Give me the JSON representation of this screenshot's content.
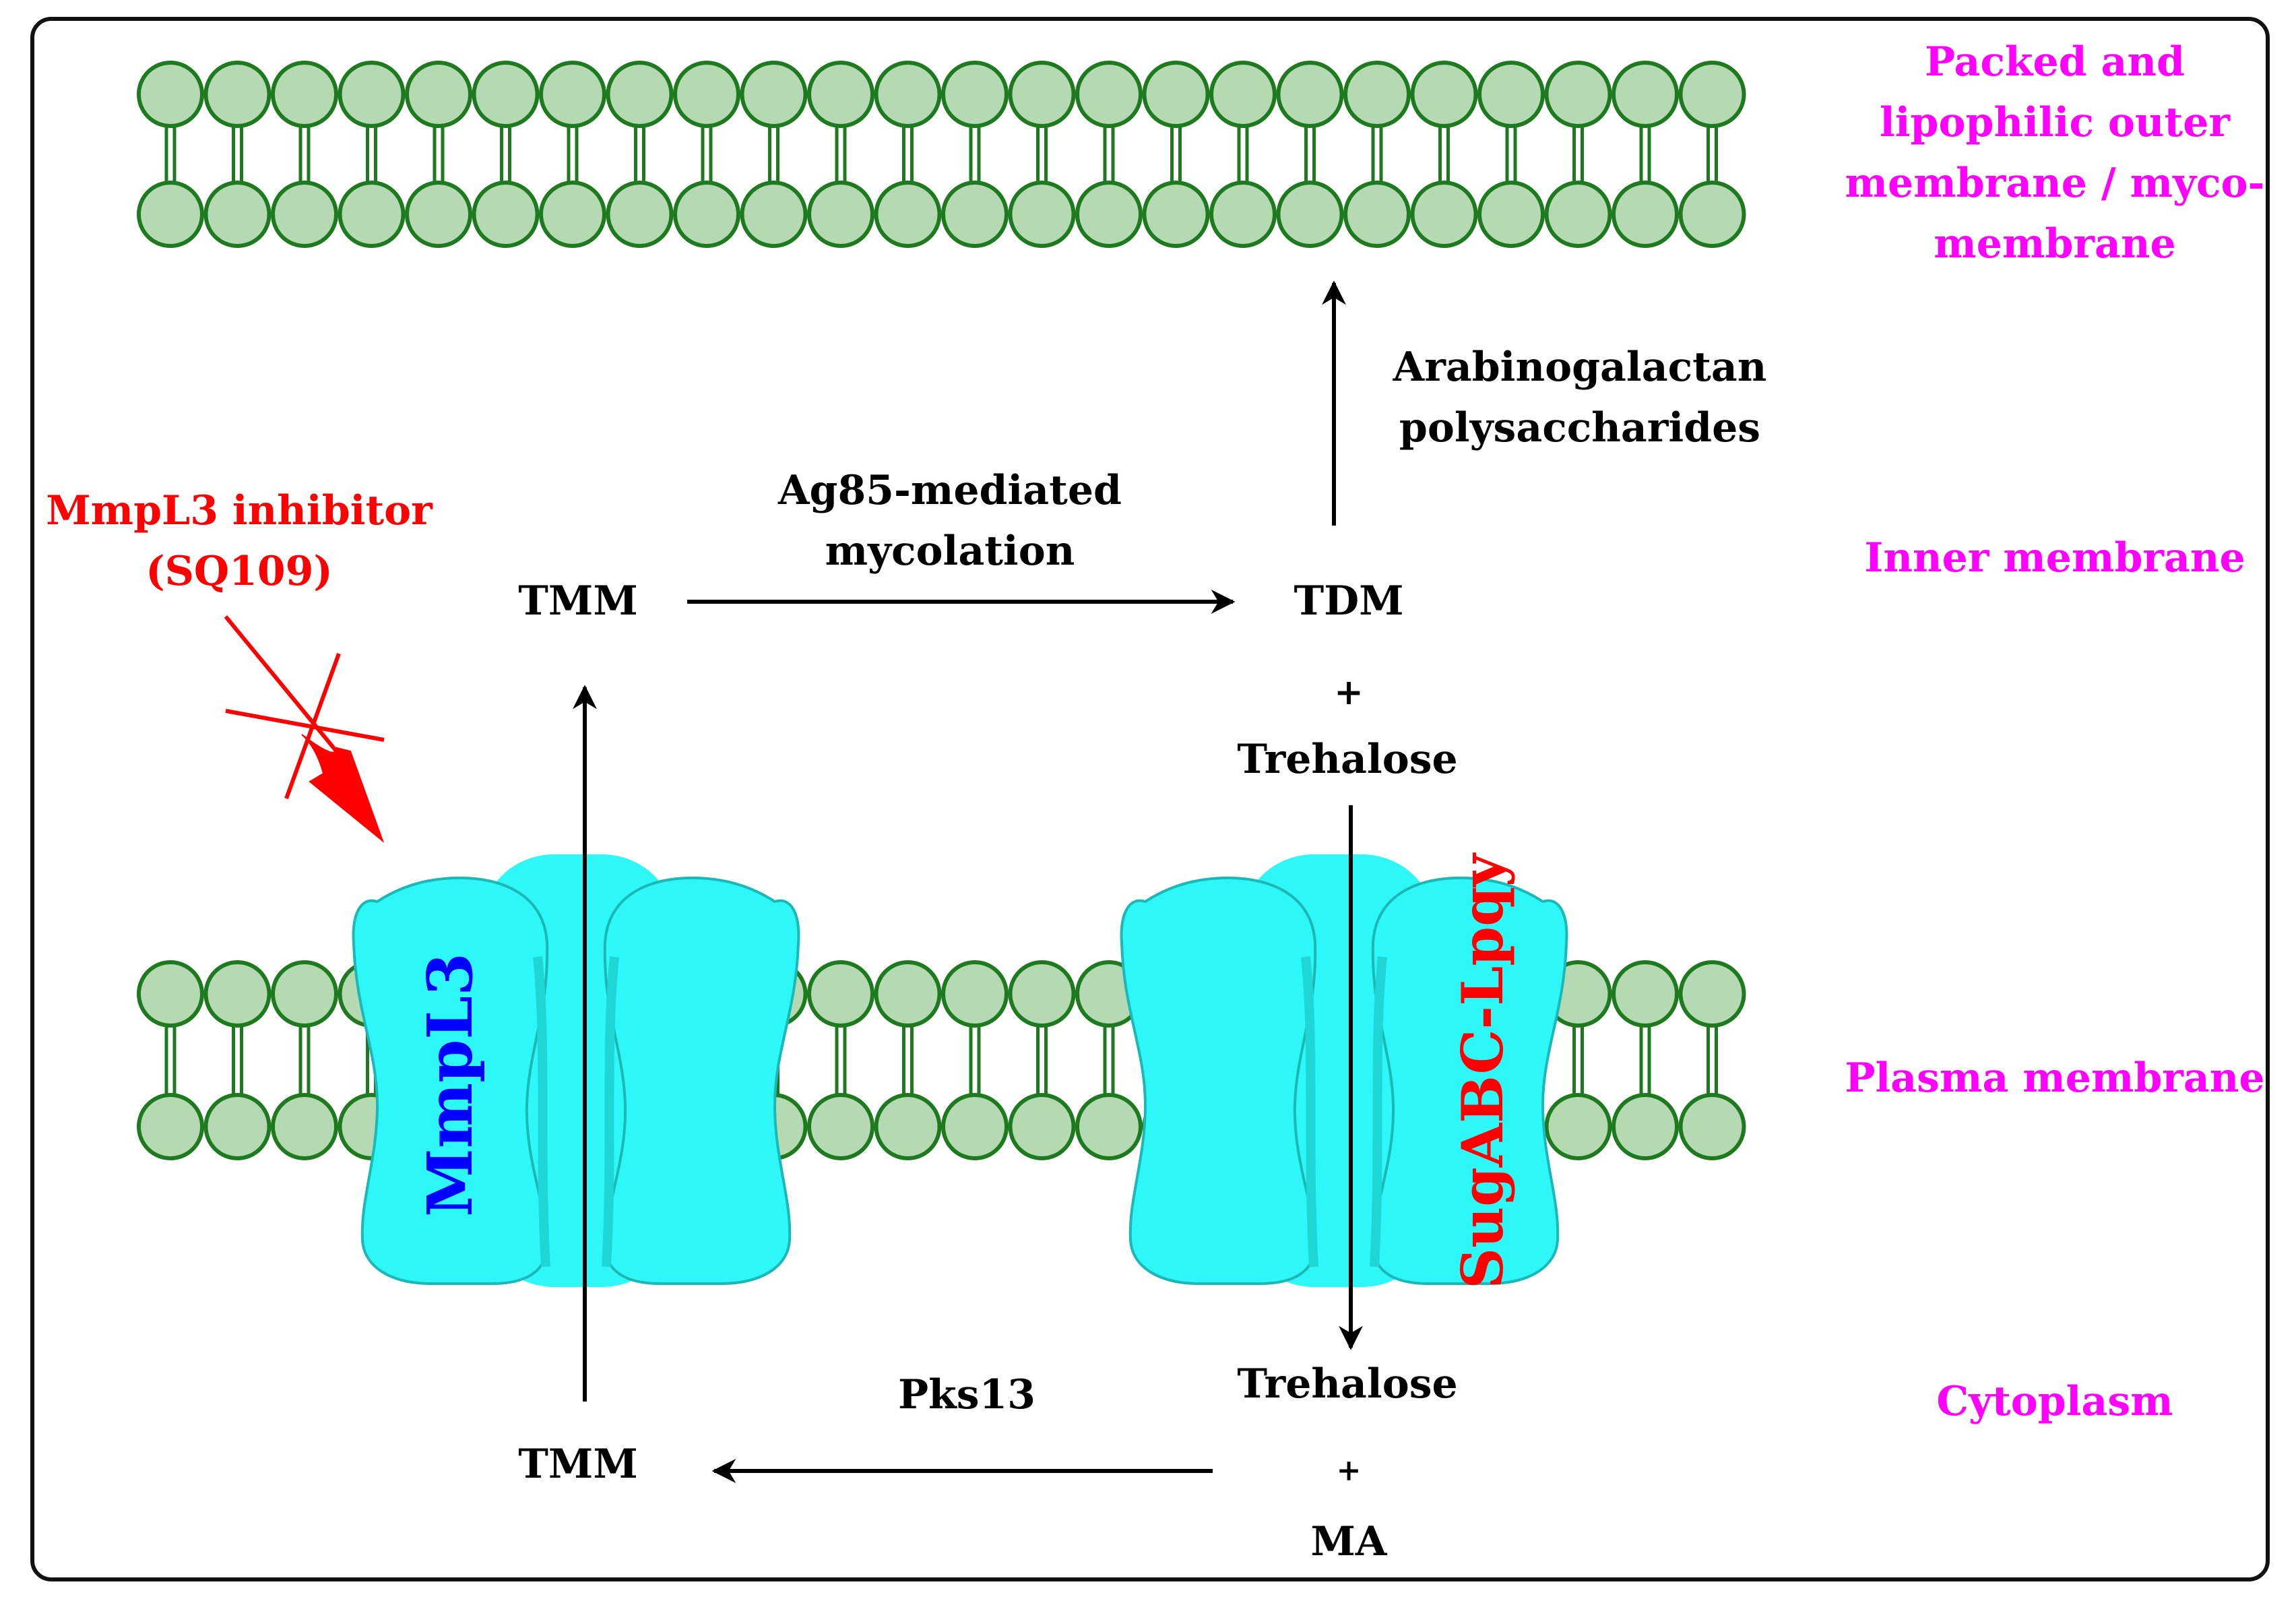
{
  "colors": {
    "lipid_head_fill": "#b5d9b2",
    "lipid_stroke": "#1e7a1e",
    "protein_fill": "#2ef7f7",
    "protein_dark": "#1fd6d6",
    "protein_stroke": "#1cb7b7",
    "region_label": "#ff00ff",
    "inhibitor": "#ff0000",
    "mmpl3_label": "#0000ff",
    "sugabc_label": "#ff0000",
    "arrow": "#000000"
  },
  "regions": {
    "outer": [
      "Packed and",
      "lipophilic outer",
      "membrane / myco-",
      "membrane"
    ],
    "inner": "Inner membrane",
    "plasma": "Plasma membrane",
    "cytoplasm": "Cytoplasm"
  },
  "inhibitor": {
    "line1": "MmpL3 inhibitor",
    "line2": "(SQ109)"
  },
  "proteins": {
    "mmpl3": "MmpL3",
    "sugabc": "SugABC-Lpqy"
  },
  "molecules": {
    "tmm_top": "TMM",
    "tdm": "TDM",
    "plus_top": "+",
    "trehalose_top": "Trehalose",
    "trehalose_bottom": "Trehalose",
    "plus_bottom": "+",
    "ma": "MA",
    "tmm_bottom": "TMM"
  },
  "processes": {
    "ag85": [
      "Ag85-mediated",
      "mycolation"
    ],
    "arabinogalactan": [
      "Arabinogalactan",
      "polysaccharides"
    ],
    "pks13": "Pks13"
  }
}
